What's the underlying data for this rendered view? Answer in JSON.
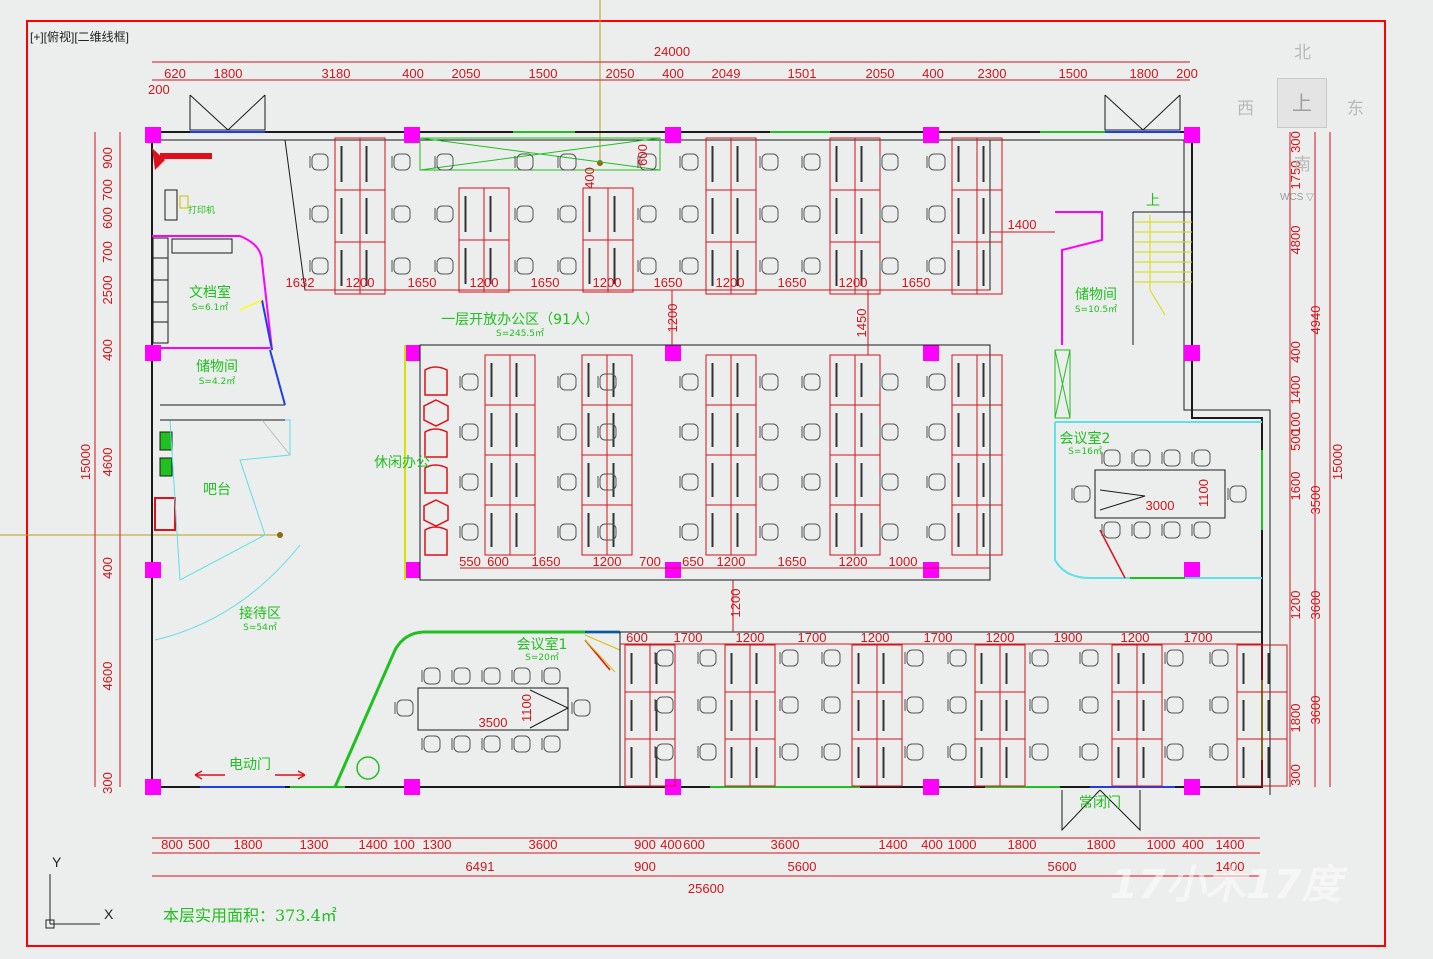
{
  "viewport_label": "[+][俯视][二维线框]",
  "viewcube": {
    "north": "北",
    "south": "南",
    "east": "东",
    "west": "西",
    "top": "上",
    "wcs": "WCS ▽"
  },
  "ucs": {
    "x": "X",
    "y": "Y"
  },
  "total_area": "本层实用面积：373.4㎡",
  "watermark": "17小木17度",
  "rooms": {
    "open_office": "一层开放办公区（91人）",
    "open_office_area": "S=245.5㎡",
    "archive": "文档室",
    "archive_area": "S=6.1㎡",
    "storage_left": "储物间",
    "storage_left_area": "S=4.2㎡",
    "bar": "吧台",
    "reception": "接待区",
    "reception_area": "S=54㎡",
    "leisure": "休闲办公",
    "storage_right": "储物间",
    "storage_right_area": "S=10.5㎡",
    "meeting1": "会议室1",
    "meeting1_area": "S=20㎡",
    "meeting2": "会议室2",
    "meeting2_area": "S=16㎡",
    "printer": "打印机",
    "stairs_up": "上",
    "electric_door": "电动门",
    "normal_door": "常闭门"
  },
  "dims": {
    "top_total": "24000",
    "top_row": [
      "620",
      "1800",
      "3180",
      "400",
      "2050",
      "1500",
      "2050",
      "400",
      "2049",
      "1501",
      "2050",
      "400",
      "2300",
      "1500",
      "1800",
      "200"
    ],
    "top_small": "200",
    "bottom_total": "25600",
    "bottom_row1": [
      "800",
      "500",
      "1800",
      "1300",
      "1400",
      "100",
      "1300",
      "3600",
      "900",
      "400",
      "600",
      "3600",
      "1400",
      "400",
      "1000",
      "1800",
      "1800",
      "1000",
      "400",
      "1400"
    ],
    "bottom_row2": [
      "6491",
      "900",
      "5600",
      "5600",
      "1400"
    ],
    "left_total": "15000",
    "left_row": [
      "900",
      "700",
      "600",
      "700",
      "2500",
      "400",
      "4600",
      "400",
      "4600",
      "300"
    ],
    "right_total": "15000",
    "right_row1": [
      "300",
      "1750",
      "4800",
      "400",
      "1400",
      "100",
      "500",
      "1600",
      "1200",
      "1800",
      "300"
    ],
    "right_row2": [
      "4940",
      "3500",
      "3600",
      "3600"
    ],
    "top_desk_row": [
      "1632",
      "1200",
      "1650",
      "1200",
      "1650",
      "1200",
      "1650",
      "1200",
      "1650",
      "1200",
      "1650"
    ],
    "mid_desk_row": [
      "550",
      "600",
      "1650",
      "1200",
      "700",
      "650",
      "1200",
      "1650",
      "1200",
      "1000"
    ],
    "low_desk_row": [
      "600",
      "1700",
      "1200",
      "1700",
      "1200",
      "1700",
      "1200",
      "1900",
      "1200",
      "1700"
    ],
    "vertical": [
      "1200",
      "1450",
      "1200",
      "600",
      "400",
      "1400"
    ],
    "meeting1_table": [
      "3500",
      "1100"
    ],
    "meeting2_table": [
      "3000",
      "1100"
    ]
  },
  "colors": {
    "wall": "#1a1a1a",
    "dimension": "#d2151b",
    "text": "#20c020",
    "column": "#ff00ff",
    "frame": "#ff0000"
  }
}
